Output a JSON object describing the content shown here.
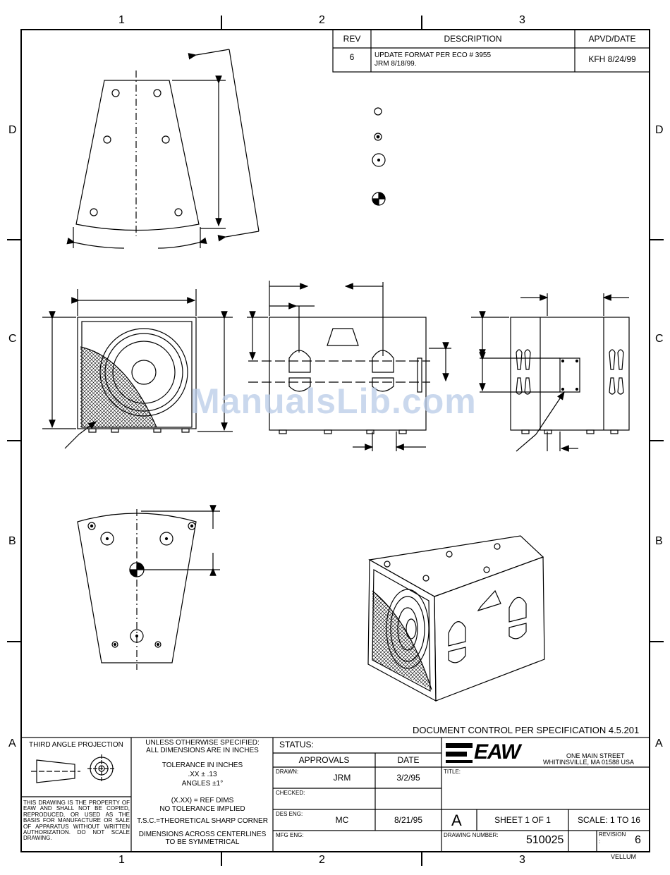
{
  "border": {
    "columns": [
      "1",
      "2",
      "3"
    ],
    "rows": [
      "D",
      "C",
      "B",
      "A"
    ]
  },
  "revision_block": {
    "headers": {
      "rev": "REV",
      "description": "DESCRIPTION",
      "approved": "APVD/DATE"
    },
    "rows": [
      {
        "rev": "6",
        "description_line1": "UPDATE FORMAT PER ECO # 3955",
        "description_line2": "JRM 8/18/99.",
        "approved": "KFH 8/24/99"
      }
    ]
  },
  "watermark": "ManualsLib.com",
  "document_control": "DOCUMENT CONTROL PER SPECIFICATION 4.5.201",
  "title_block": {
    "projection": {
      "label": "THIRD ANGLE PROJECTION",
      "notice": "THIS DRAWING IS THE PROPERTY OF EAW AND SHALL NOT BE COPIED, REPRODUCED, OR USED AS THE BASIS FOR MANUFACTURE OR SALE OF APPARATUS WITHOUT WRITTEN AUTHORIZATION. DO NOT SCALE DRAWING."
    },
    "tolerances": {
      "line1": "UNLESS OTHERWISE SPECIFIED:",
      "line2": "ALL DIMENSIONS ARE IN INCHES",
      "tolerance_label": "TOLERANCE IN INCHES",
      "linear": ".XX ± .13",
      "angles": "ANGLES ±1°",
      "ref_dims_1": "(X.XX) = REF DIMS",
      "ref_dims_2": "NO TOLERANCE IMPLIED",
      "tsc": "T.S.C.=THEORETICAL SHARP CORNER",
      "centerlines_1": "DIMENSIONS ACROSS CENTERLINES",
      "centerlines_2": "TO BE SYMMETRICAL"
    },
    "status_label": "STATUS:",
    "approvals": {
      "header": "APPROVALS",
      "date_header": "DATE",
      "rows": [
        {
          "role": "DRAWN:",
          "name": "JRM",
          "date": "3/2/95"
        },
        {
          "role": "CHECKED:",
          "name": "",
          "date": ""
        },
        {
          "role": "DES ENG:",
          "name": "MC",
          "date": "8/21/95"
        },
        {
          "role": "MFG ENG:",
          "name": "",
          "date": ""
        }
      ]
    },
    "company": {
      "logo": "EAW",
      "address_line1": "ONE MAIN STREET",
      "address_line2": "WHITINSVILLE, MA 01588 USA"
    },
    "title_label": "TITLE:",
    "size": "A",
    "sheet": "SHEET 1 OF 1",
    "scale": "SCALE: 1 TO 16",
    "drawing_number_label": "DRAWING NUMBER:",
    "drawing_number": "510025",
    "revision_label_1": "REVISION",
    "revision_label_2": ":",
    "revision": "6",
    "paper": "VELLUM"
  }
}
